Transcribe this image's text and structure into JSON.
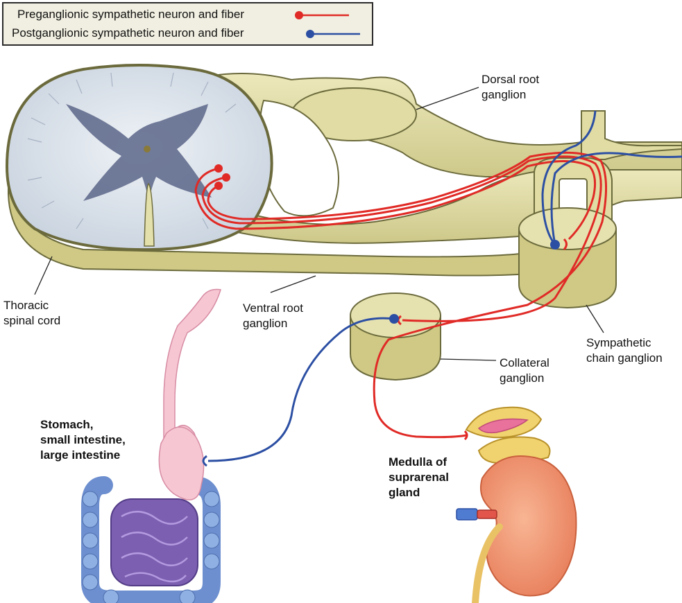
{
  "legend": {
    "preganglionic": "Preganglionic sympathetic neuron and fiber",
    "postganglionic": "Postganglionic sympathetic neuron and fiber"
  },
  "labels": {
    "dorsal_root_ganglion": [
      "Dorsal root",
      "ganglion"
    ],
    "thoracic_spinal_cord": [
      "Thoracic",
      "spinal cord"
    ],
    "ventral_root_ganglion": [
      "Ventral root",
      "ganglion"
    ],
    "sympathetic_chain_ganglion": [
      "Sympathetic",
      "chain ganglion"
    ],
    "collateral_ganglion": [
      "Collateral",
      "ganglion"
    ],
    "digestive_organs": [
      "Stomach,",
      "small intestine,",
      "large intestine"
    ],
    "adrenal_medulla": [
      "Medulla of",
      "suprarenal",
      "gland"
    ]
  },
  "colors": {
    "preganglionic": "#e02a26",
    "postganglionic": "#2c4fa3",
    "nerve_tissue": "#e4e0ac",
    "nerve_outline": "#6b6a3c",
    "white_matter": "#dbe2ea",
    "gray_matter": "#55607f",
    "kidney": "#f39a75",
    "adrenal": "#f0d26e",
    "stomach": "#f6c7d3",
    "large_intestine": "#6d8fcf",
    "small_intestine": "#7c5fb0"
  }
}
